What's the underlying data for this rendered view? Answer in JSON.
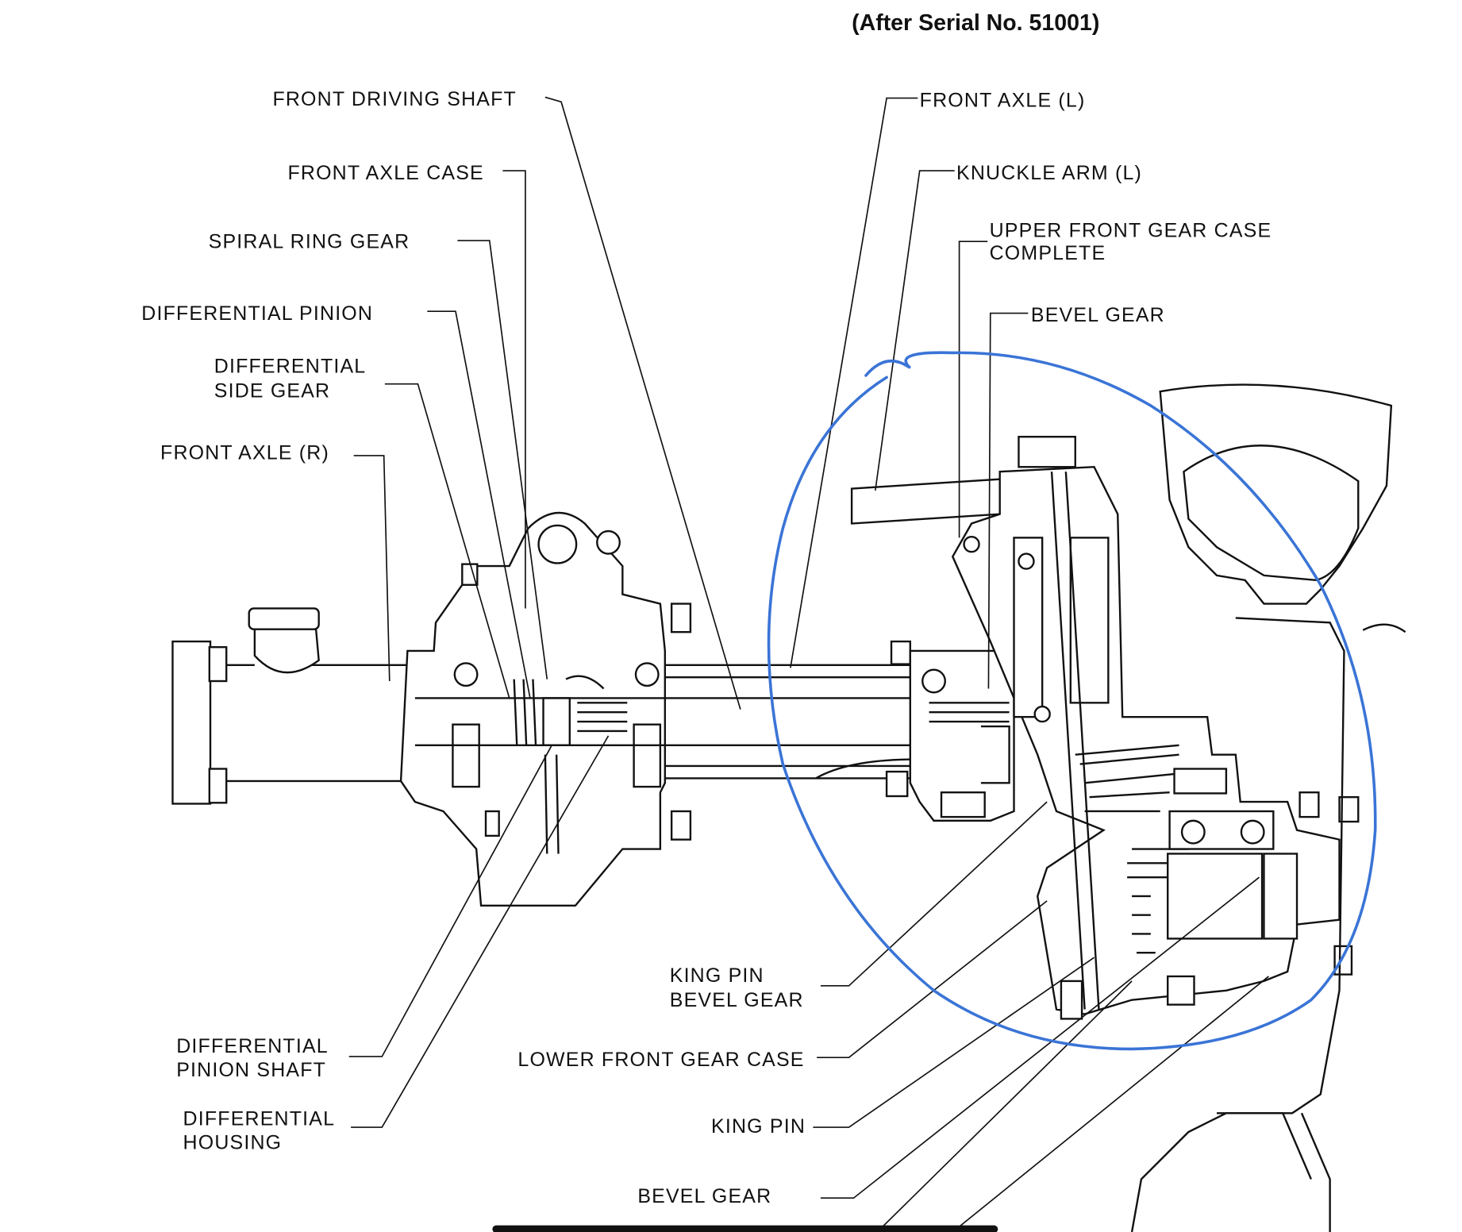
{
  "header": {
    "serial_note": "(After Serial No. 51001)"
  },
  "labels": {
    "front_driving_shaft": "FRONT  DRIVING  SHAFT",
    "front_axle_case": "FRONT AXLE CASE",
    "spiral_ring_gear": "SPIRAL RING GEAR",
    "differential_pinion": "DIFFERENTIAL PINION",
    "differential_side_gear": [
      "DIFFERENTIAL",
      "SIDE GEAR"
    ],
    "front_axle_r": "FRONT AXLE (R)",
    "front_axle_l": "FRONT  AXLE  (L)",
    "knuckle_arm_l": "KNUCKLE  ARM  (L)",
    "upper_front_gear_case": [
      "UPPER FRONT GEAR CASE",
      "COMPLETE"
    ],
    "bevel_gear_upper": "BEVEL GEAR",
    "king_pin_bevel_gear": [
      "KING PIN",
      "BEVEL GEAR"
    ],
    "lower_front_gear_case": "LOWER FRONT GEAR CASE",
    "king_pin": "KING PIN",
    "bevel_gear_lower": "BEVEL GEAR",
    "differential_pinion_shaft": [
      "DIFFERENTIAL",
      "PINION SHAFT"
    ],
    "differential_housing": [
      "DIFFERENTIAL",
      "HOUSING"
    ]
  },
  "annotation": {
    "color": "#3a74d6",
    "shape": "hand-drawn circle around king pin / gear case assembly"
  },
  "home_indicator": {
    "color": "#111111"
  }
}
